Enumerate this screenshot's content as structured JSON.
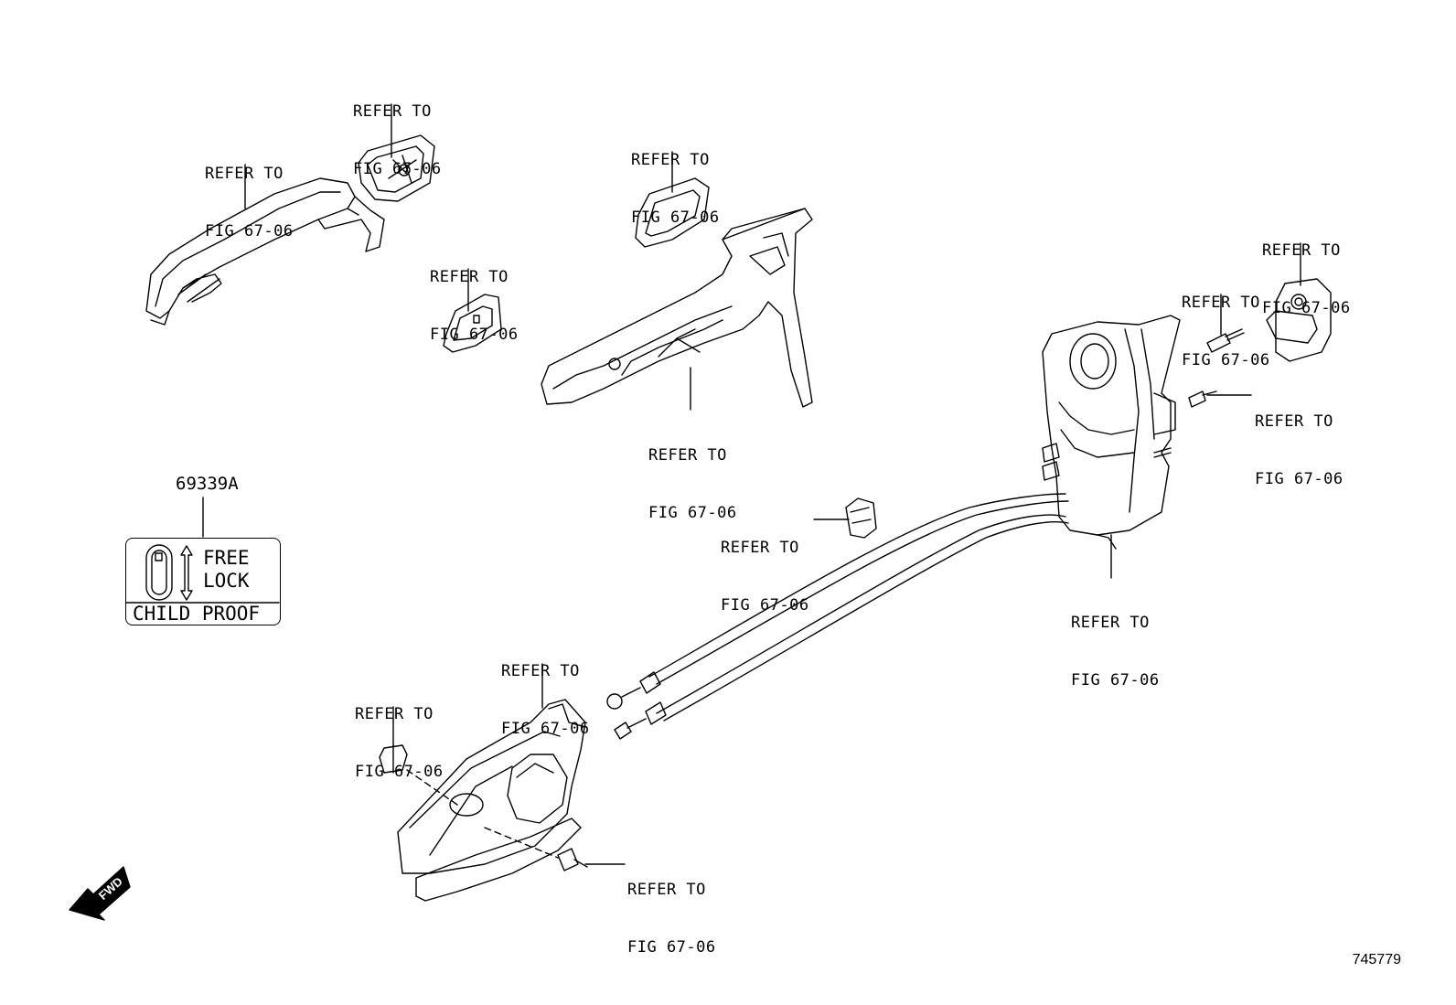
{
  "callouts": {
    "c1": [
      "REFER TO",
      "FIG 67-06"
    ],
    "c2": [
      "REFER TO",
      "FIG 67-06"
    ],
    "c3": [
      "REFER TO",
      "FIG 67-06"
    ],
    "c4": [
      "REFER TO",
      "FIG 67-06"
    ],
    "c5": [
      "REFER TO",
      "FIG 67-06"
    ],
    "c6": [
      "REFER TO",
      "FIG 67-06"
    ],
    "c7": [
      "REFER TO",
      "FIG 67-06"
    ],
    "c8": [
      "REFER TO",
      "FIG 67-06"
    ],
    "c9": [
      "REFER TO",
      "FIG 67-06"
    ],
    "c10": [
      "REFER TO",
      "FIG 67-06"
    ],
    "c11": [
      "REFER TO",
      "FIG 67-06"
    ],
    "c12": [
      "REFER TO",
      "FIG 67-06"
    ],
    "c13": [
      "REFER TO",
      "FIG 67-06"
    ]
  },
  "part_number": "69339A",
  "child_label": {
    "free": "FREE",
    "lock": "LOCK",
    "caption": "CHILD PROOF"
  },
  "fwd_arrow": "FWD",
  "diagram_id": "745779"
}
